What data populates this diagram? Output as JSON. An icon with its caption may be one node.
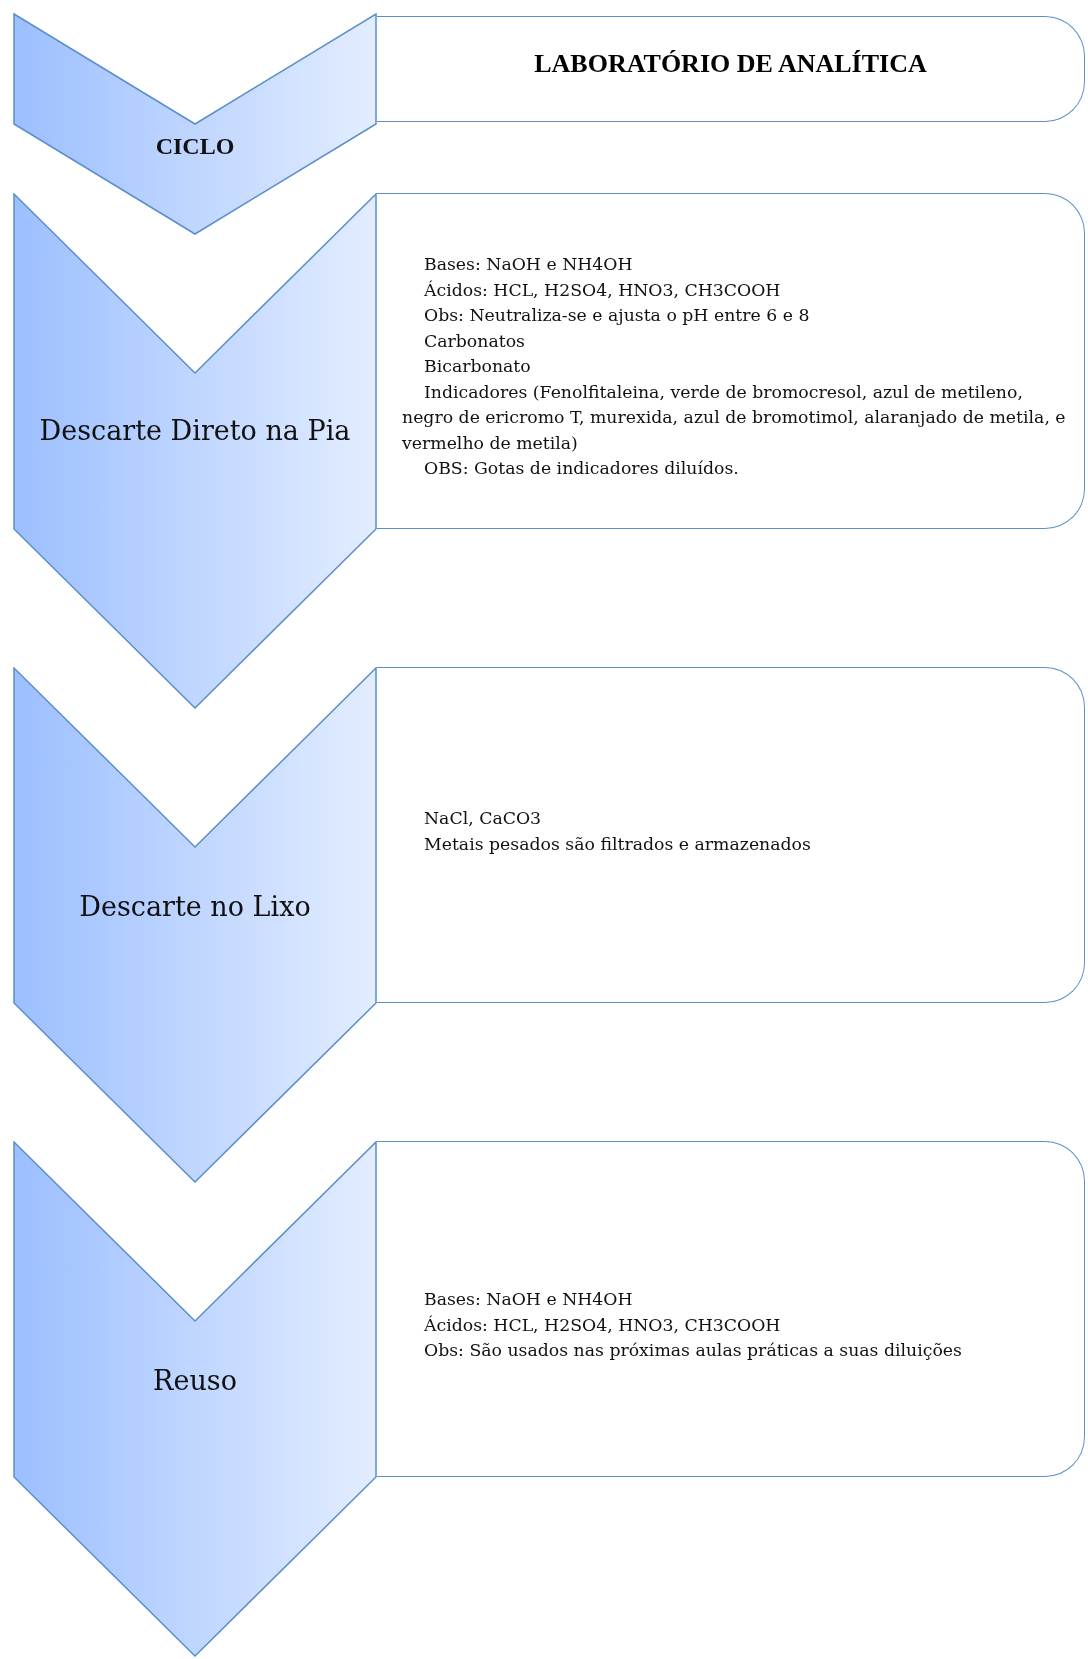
{
  "diagram": {
    "nodes": [
      {
        "text": [
          "CICLO"
        ]
      },
      {
        "text": [
          "LABORATÓRIO DE ANALÍTICA"
        ]
      },
      {
        "text": [
          "Descarte Direto na Pia"
        ]
      },
      {
        "text": [
          "Bases: NaOH e NH4OH",
          "Ácidos: HCL, H2SO4, HNO3, CH3COOH",
          "Obs: Neutraliza-se e ajusta o pH entre 6 e 8",
          "Carbonatos",
          "Bicarbonato",
          "Indicadores (Fenolfitaleina, verde de bromocresol, azul de metileno, negro de ericromo T, murexida, azul de bromotimol, alaranjado de metila, e vermelho de metila)",
          "OBS: Gotas de indicadores diluídos."
        ]
      },
      {
        "text": [
          "Descarte no Lixo"
        ]
      },
      {
        "text": [
          "NaCl, CaCO3",
          "Metais pesados são filtrados e armazenados"
        ]
      },
      {
        "text": [
          "Reuso"
        ]
      },
      {
        "text": [
          "Bases: NaOH e NH4OH",
          "Ácidos: HCL, H2SO4, HNO3, CH3COOH",
          "Obs: São usados nas próximas aulas práticas a suas diluições"
        ]
      }
    ]
  }
}
